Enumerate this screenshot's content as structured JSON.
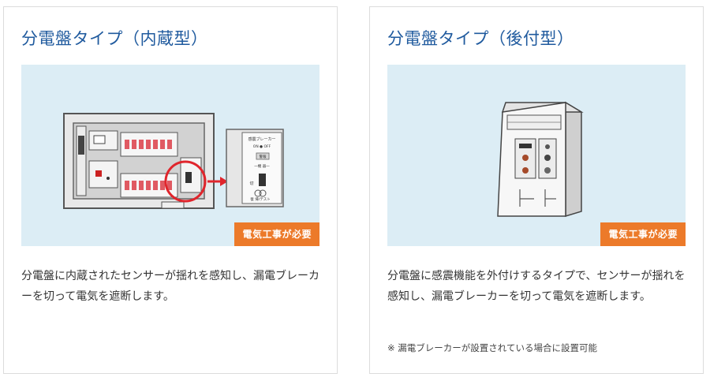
{
  "cards": [
    {
      "title": "分電盤タイプ（内蔵型）",
      "badge": "電気工事が必要",
      "description": "分電盤に内蔵されたセンサーが揺れを感知し、漏電ブレーカーを切って電気を遮断します。",
      "illustration": "built-in-breaker-panel",
      "panel_labels": {
        "top": "感震ブレーカー",
        "sub": "ON ● OFF",
        "box": "警報",
        "mid": "一機 器一",
        "side": "切",
        "bottom": "復 帰/テスト"
      }
    },
    {
      "title": "分電盤タイプ（後付型）",
      "badge": "電気工事が必要",
      "description": "分電盤に感震機能を外付けするタイプで、センサーが揺れを感知し、漏電ブレーカーを切って電気を遮断します。",
      "note": "※ 漏電ブレーカーが設置されている場合に設置可能",
      "illustration": "retrofit-breaker-box"
    }
  ],
  "colors": {
    "title": "#1f5a9e",
    "badge": "#ec7a2a",
    "illustration_bg": "#dcedf5",
    "highlight": "#e0252c"
  }
}
